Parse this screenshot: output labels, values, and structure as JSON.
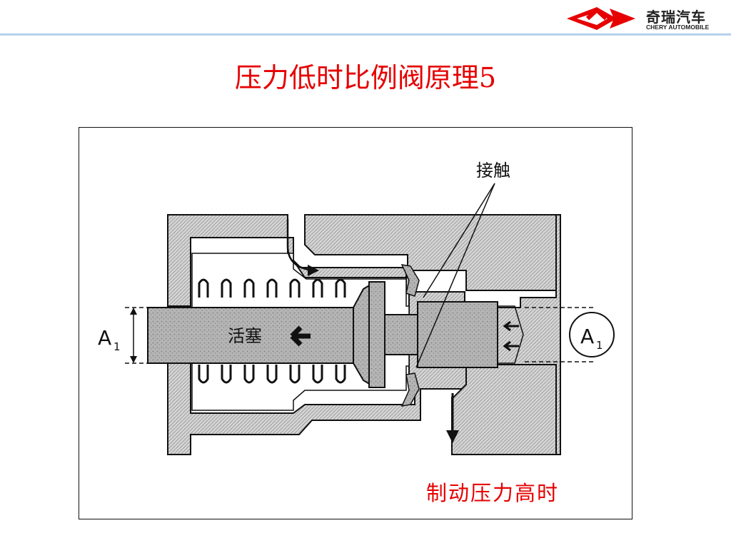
{
  "header": {
    "logo_cn": "奇瑞汽车",
    "logo_en": "CHERY AUTOMOBILE",
    "rule_color": "#9cc3e6"
  },
  "title": "压力低时比例阀原理5",
  "diagram": {
    "label_contact": "接触",
    "label_piston": "活塞",
    "label_a_left_main": "A",
    "label_a_left_sub": "1",
    "label_a_right_main": "A",
    "label_a_right_sub": "1",
    "colors": {
      "accent": "#e60000",
      "body_fill": "#bdbdbd",
      "line": "#111111"
    }
  },
  "caption": "制动压力高时"
}
